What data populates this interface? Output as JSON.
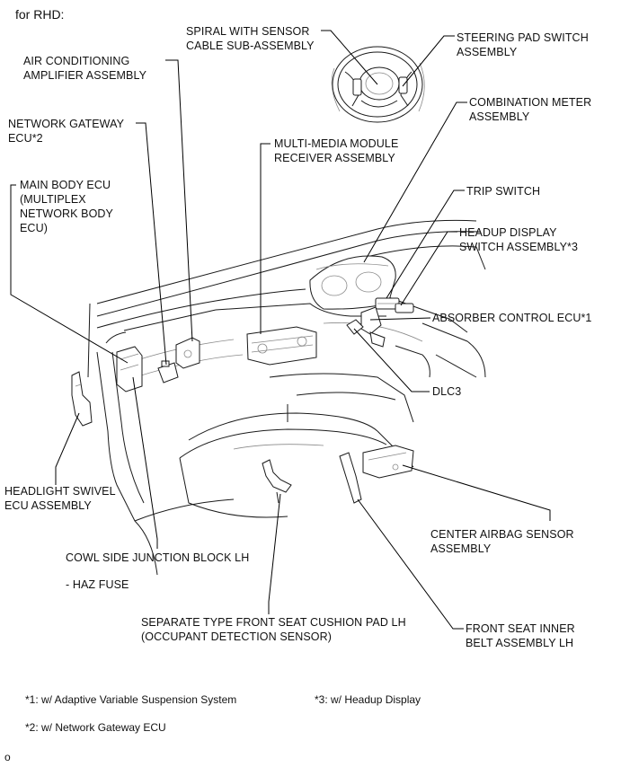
{
  "header": {
    "title": "for RHD:"
  },
  "labels": {
    "spiral": [
      "SPIRAL WITH SENSOR",
      "CABLE SUB-ASSEMBLY"
    ],
    "steering_pad": [
      "STEERING PAD SWITCH",
      "ASSEMBLY"
    ],
    "ac_amp": [
      "AIR CONDITIONING",
      "AMPLIFIER ASSEMBLY"
    ],
    "combo_meter": [
      "COMBINATION METER",
      "ASSEMBLY"
    ],
    "network_gw": [
      "NETWORK GATEWAY",
      "ECU*2"
    ],
    "multimedia": [
      "MULTI-MEDIA MODULE",
      "RECEIVER ASSEMBLY"
    ],
    "main_body": [
      "MAIN BODY ECU",
      "(MULTIPLEX",
      "NETWORK BODY",
      "ECU)"
    ],
    "trip_switch": [
      "TRIP SWITCH"
    ],
    "headup": [
      "HEADUP DISPLAY",
      "SWITCH ASSEMBLY*3"
    ],
    "absorber": [
      "ABSORBER CONTROL ECU*1"
    ],
    "dlc3": [
      "DLC3"
    ],
    "headlight": [
      "HEADLIGHT SWIVEL",
      "ECU ASSEMBLY"
    ],
    "center_airbag": [
      "CENTER AIRBAG SENSOR",
      "ASSEMBLY"
    ],
    "cowl": [
      "COWL SIDE JUNCTION BLOCK LH"
    ],
    "haz": [
      "- HAZ FUSE"
    ],
    "seat_pad": [
      "SEPARATE TYPE FRONT SEAT CUSHION PAD LH",
      "(OCCUPANT DETECTION SENSOR)"
    ],
    "belt": [
      "FRONT SEAT INNER",
      "BELT ASSEMBLY LH"
    ]
  },
  "notes": {
    "n1": "*1: w/ Adaptive Variable Suspension System",
    "n3": "*3: w/ Headup Display",
    "n2": "*2: w/ Network Gateway ECU",
    "corner": "o"
  }
}
